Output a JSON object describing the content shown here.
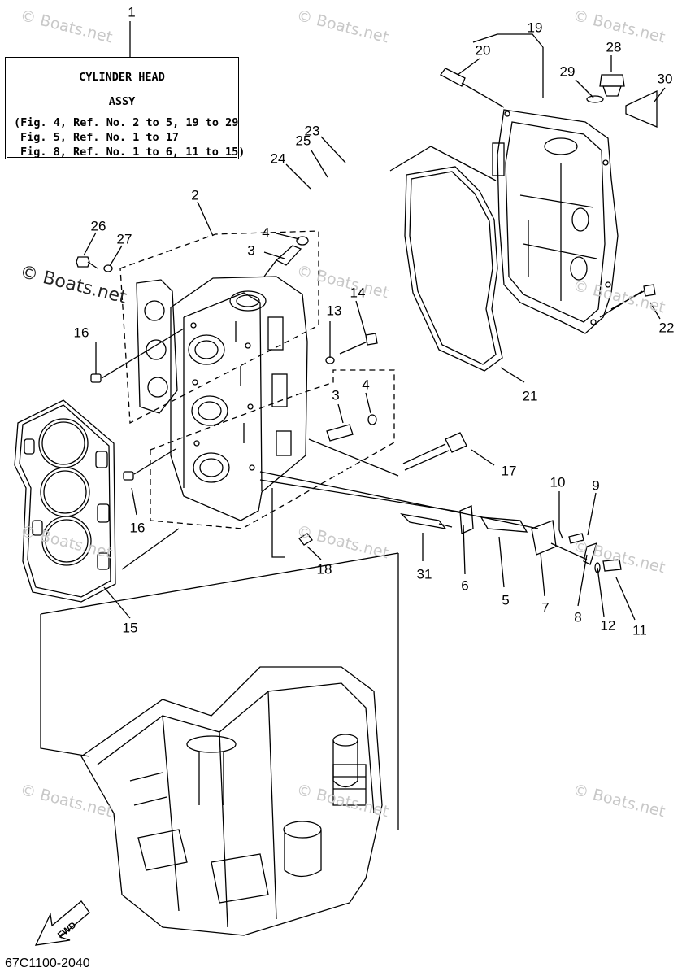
{
  "info_box": {
    "ref": "1",
    "title_line1": "CYLINDER HEAD",
    "title_line2": "ASSY",
    "notes": [
      "(Fig. 4, Ref. No. 2 to 5, 19 to 29",
      "Fig. 5, Ref. No. 1 to 17",
      "Fig. 8, Ref. No. 1 to 6, 11 to 15)"
    ]
  },
  "watermark": "© Boats.net",
  "direction_label": "FWD",
  "drawing_code": "67C1100-2040",
  "callouts": [
    {
      "id": "c2",
      "text": "2"
    },
    {
      "id": "c3a",
      "text": "3"
    },
    {
      "id": "c3b",
      "text": "3"
    },
    {
      "id": "c4a",
      "text": "4"
    },
    {
      "id": "c4b",
      "text": "4"
    },
    {
      "id": "c5",
      "text": "5"
    },
    {
      "id": "c6",
      "text": "6"
    },
    {
      "id": "c7",
      "text": "7"
    },
    {
      "id": "c8",
      "text": "8"
    },
    {
      "id": "c9",
      "text": "9"
    },
    {
      "id": "c10",
      "text": "10"
    },
    {
      "id": "c11",
      "text": "11"
    },
    {
      "id": "c12",
      "text": "12"
    },
    {
      "id": "c13",
      "text": "13"
    },
    {
      "id": "c14",
      "text": "14"
    },
    {
      "id": "c15",
      "text": "15"
    },
    {
      "id": "c16a",
      "text": "16"
    },
    {
      "id": "c16b",
      "text": "16"
    },
    {
      "id": "c17",
      "text": "17"
    },
    {
      "id": "c18",
      "text": "18"
    },
    {
      "id": "c19",
      "text": "19"
    },
    {
      "id": "c20",
      "text": "20"
    },
    {
      "id": "c21",
      "text": "21"
    },
    {
      "id": "c22",
      "text": "22"
    },
    {
      "id": "c23",
      "text": "23"
    },
    {
      "id": "c24",
      "text": "24"
    },
    {
      "id": "c25",
      "text": "25"
    },
    {
      "id": "c26",
      "text": "26"
    },
    {
      "id": "c27",
      "text": "27"
    },
    {
      "id": "c28",
      "text": "28"
    },
    {
      "id": "c29",
      "text": "29"
    },
    {
      "id": "c30",
      "text": "30"
    },
    {
      "id": "c31",
      "text": "31"
    }
  ]
}
